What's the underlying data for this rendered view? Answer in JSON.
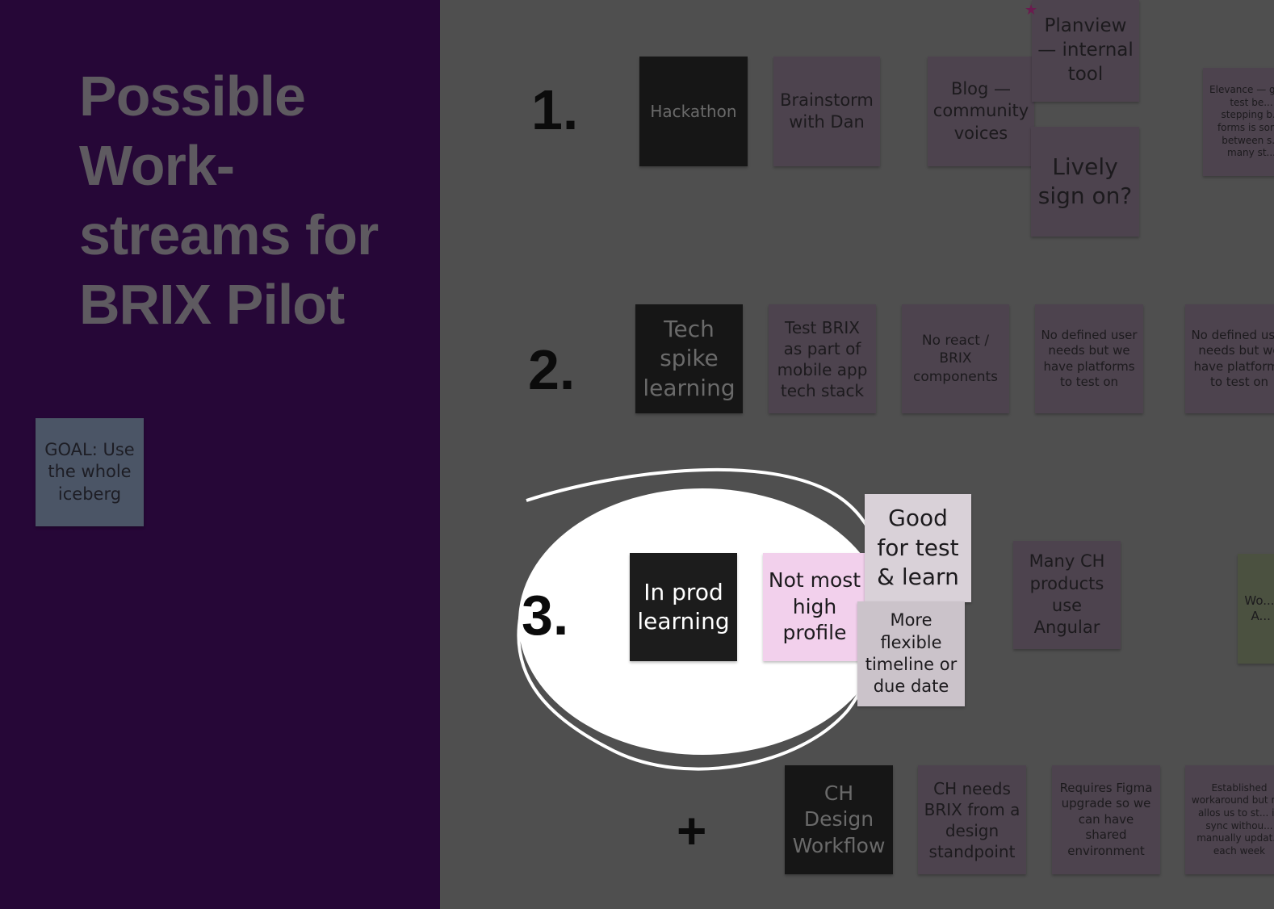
{
  "title": "Possible Work-streams for BRIX Pilot",
  "goal": "GOAL: Use the whole iceberg",
  "rows": [
    {
      "number": "1.",
      "items": [
        "Hackathon",
        "Brainstorm with Dan",
        "Blog — community voices",
        "Planview — internal tool",
        "Lively sign on?",
        "Elevance — good test be... stepping b... forms is son... between s... many st..."
      ]
    },
    {
      "number": "2.",
      "items": [
        "Tech spike learning",
        "Test BRIX as part of mobile app tech stack",
        "No react / BRIX components",
        "No defined user needs but we have platforms to test on",
        "No defined user needs but we have platforms to test on"
      ]
    },
    {
      "number": "3.",
      "items": [
        "In prod learning",
        "Not most high profile",
        "Good for test & learn",
        "More flexible timeline or due date",
        "Many CH products use Angular",
        "Wo... con... A... mo..."
      ]
    },
    {
      "number": "+",
      "items": [
        "CH Design Workflow",
        "CH needs BRIX from a design standpoint",
        "Requires Figma upgrade so we can have shared environment",
        "Established workaround but not allos us to st... in sync withou... manually updat... each week"
      ]
    }
  ],
  "colors": {
    "left_panel": "#260737",
    "canvas": "#4f4f4f",
    "highlight_pink": "#f2d0ec",
    "star": "#6b1b4f"
  }
}
